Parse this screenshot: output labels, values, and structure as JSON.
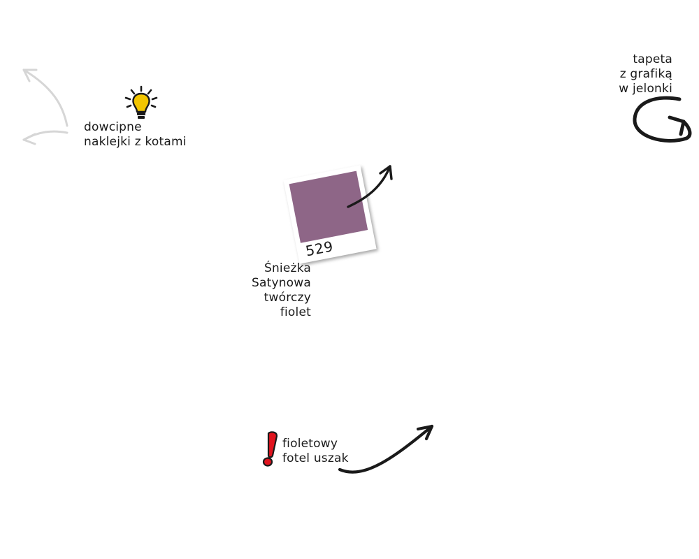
{
  "notes": {
    "cats": {
      "lines": [
        "dowcipne",
        "naklejki z kotami"
      ]
    },
    "wallpaper": {
      "lines": [
        "tapeta",
        "z grafiką",
        "w jelonki"
      ]
    },
    "paint": {
      "lines": [
        "Śnieżka",
        "Satynowa",
        "twórczy",
        "fiolet"
      ]
    },
    "armchair": {
      "lines": [
        "fioletowy",
        "fotel uszak"
      ]
    }
  },
  "swatch": {
    "number": "529",
    "color": "#8e6687"
  },
  "icons": {
    "bulb": {
      "name": "lightbulb-icon",
      "color": "#f2c500"
    },
    "exclamation": {
      "name": "exclamation-icon",
      "color": "#e0141e"
    }
  },
  "colors": {
    "ink": "#1a1a1a",
    "faded_arrow": "#d6d6d6",
    "background": "#ffffff"
  }
}
